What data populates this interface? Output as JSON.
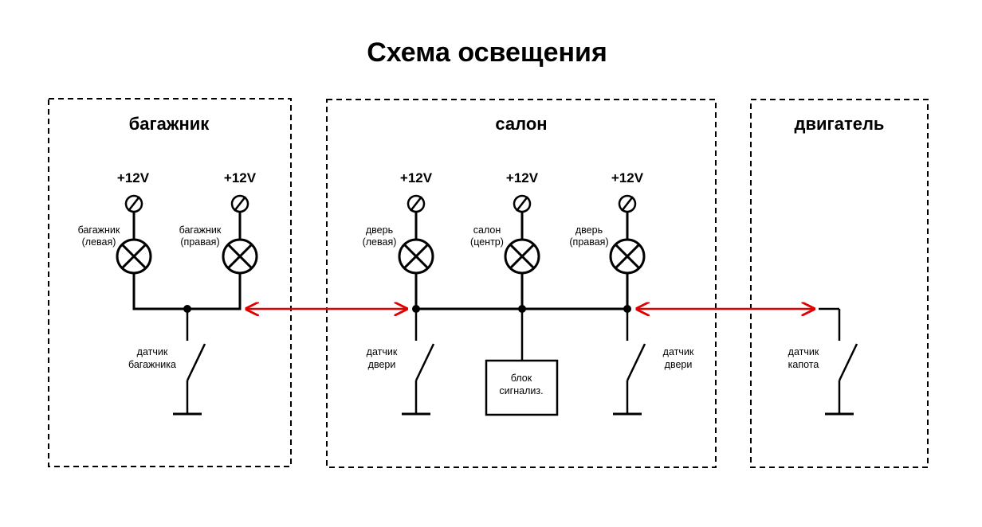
{
  "title": "Схема освещения",
  "sections": {
    "trunk": "багажник",
    "cabin": "салон",
    "engine": "двигатель"
  },
  "supply_label": "+12V",
  "lamps": {
    "trunk_left": [
      "багажник",
      "(левая)"
    ],
    "trunk_right": [
      "багажник",
      "(правая)"
    ],
    "door_left": [
      "дверь",
      "(левая)"
    ],
    "cabin_center": [
      "салон",
      "(центр)"
    ],
    "door_right": [
      "дверь",
      "(правая)"
    ]
  },
  "sensors": {
    "trunk": [
      "датчик",
      "багажника"
    ],
    "door_left": [
      "датчик",
      "двери"
    ],
    "door_right": [
      "датчик",
      "двери"
    ],
    "hood": [
      "датчик",
      "капота"
    ]
  },
  "alarm_unit": [
    "блок",
    "сигнализ."
  ],
  "colors": {
    "link_arrows": "#e00000",
    "lines": "#000000"
  }
}
